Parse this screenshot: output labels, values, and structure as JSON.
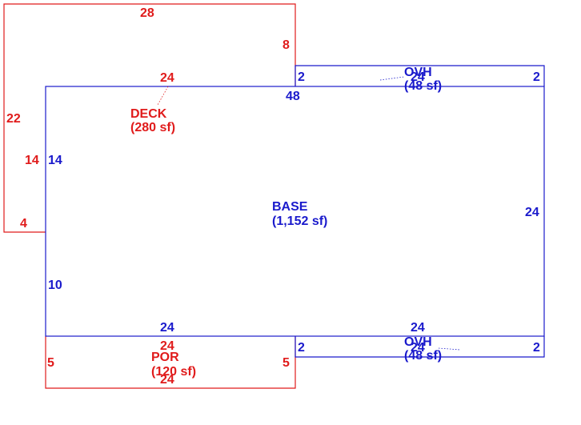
{
  "areas": {
    "deck": {
      "name": "DECK",
      "area": "(280 sf)"
    },
    "base": {
      "name": "BASE",
      "area": "(1,152 sf)"
    },
    "por": {
      "name": "POR",
      "area": "(120 sf)"
    },
    "ovh_top": {
      "name": "OVH",
      "area": "(48 sf)"
    },
    "ovh_bottom": {
      "name": "OVH",
      "area": "(48 sf)"
    }
  },
  "dimensions": {
    "deck_top": "28",
    "deck_right_upper": "8",
    "deck_bottom_inner": "24",
    "deck_left": "22",
    "deck_left_inner": "14",
    "deck_bottom_step": "4",
    "base_top": "48",
    "base_left_upper": "14",
    "base_left_lower": "10",
    "base_right": "24",
    "base_bottom_left": "24",
    "base_bottom_right": "24",
    "ovh_top_left": "2",
    "ovh_top_right": "2",
    "ovh_top_length": "24",
    "ovh_bottom_left": "2",
    "ovh_bottom_right": "2",
    "ovh_bottom_length": "24",
    "por_top": "24",
    "por_bottom": "24",
    "por_left": "5",
    "por_right": "5"
  },
  "colors": {
    "addition": "#e01b1b",
    "base": "#1a1acc"
  }
}
